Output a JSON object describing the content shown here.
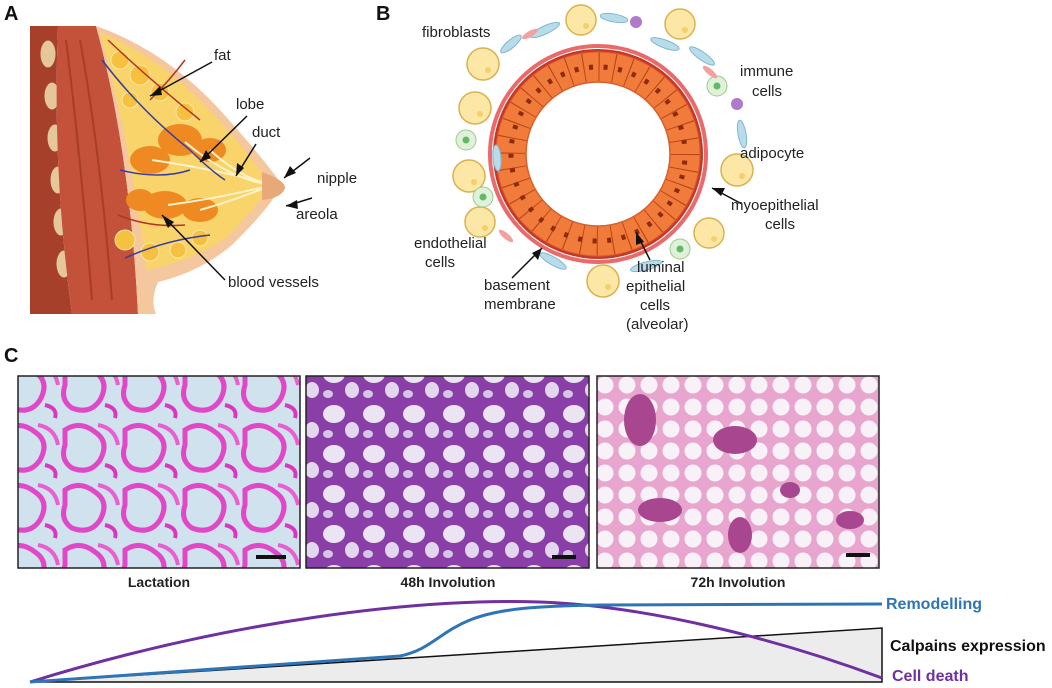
{
  "panels": {
    "a": {
      "letter": "A",
      "labels": {
        "fat": "fat",
        "lobe": "lobe",
        "duct": "duct",
        "nipple": "nipple",
        "areola": "areola",
        "blood_vessels": "blood vessels"
      }
    },
    "b": {
      "letter": "B",
      "labels": {
        "fibroblasts": "fibroblasts",
        "immune_1": "immune",
        "immune_2": "cells",
        "adipocyte": "adipocyte",
        "myo_1": "myoepithelial",
        "myo_2": "cells",
        "endo_1": "endothelial",
        "endo_2": "cells",
        "basement_1": "basement",
        "basement_2": "membrane",
        "luminal_1": "luminal",
        "luminal_2": "epithelial",
        "luminal_3": "cells",
        "luminal_4": "(alveolar)"
      }
    },
    "c": {
      "letter": "C",
      "images": [
        {
          "label": "Lactation"
        },
        {
          "label": "48h Involution"
        },
        {
          "label": "72h Involution"
        }
      ],
      "curves": {
        "remodelling": {
          "label": "Remodelling",
          "color": "#2e75b6"
        },
        "calpains": {
          "label": "Calpains expression",
          "color": "#111111"
        },
        "cell_death": {
          "label": "Cell death",
          "color": "#7030a0"
        }
      }
    }
  }
}
